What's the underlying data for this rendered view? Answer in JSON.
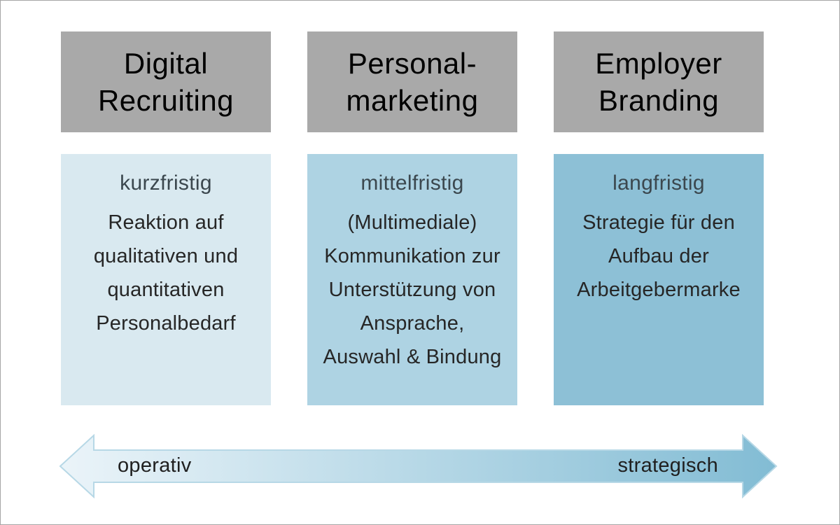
{
  "columns": [
    {
      "id": "digital-recruiting",
      "header": "Digital\nRecruiting",
      "term": "kurzfristig",
      "description": "Reaktion auf\nqualitativen und\nquantitativen\nPersonalbedarf",
      "box_color": "#d9e9f0"
    },
    {
      "id": "personalmarketing",
      "header": "Personal-\nmarketing",
      "term": "mittelfristig",
      "description": "(Multimediale)\nKommunikation zur\nUnterstützung von\nAnsprache,\nAuswahl & Bindung",
      "box_color": "#aed3e3"
    },
    {
      "id": "employer-branding",
      "header": "Employer\nBranding",
      "term": "langfristig",
      "description": "Strategie für den\nAufbau der\nArbeitgebermarke",
      "box_color": "#8dc0d6"
    }
  ],
  "axis": {
    "left_label": "operativ",
    "right_label": "strategisch",
    "gradient_start": "#ebf4f9",
    "gradient_end": "#82bcd4",
    "outline_color": "#b7d8e6"
  },
  "colors": {
    "header_bg": "#a9a9a9",
    "header_text": "#1f1f1f",
    "term_text": "#3b474e",
    "body_text": "#262626",
    "axis_label_text": "#1f1f1f",
    "page_border": "#a5a5a5"
  }
}
